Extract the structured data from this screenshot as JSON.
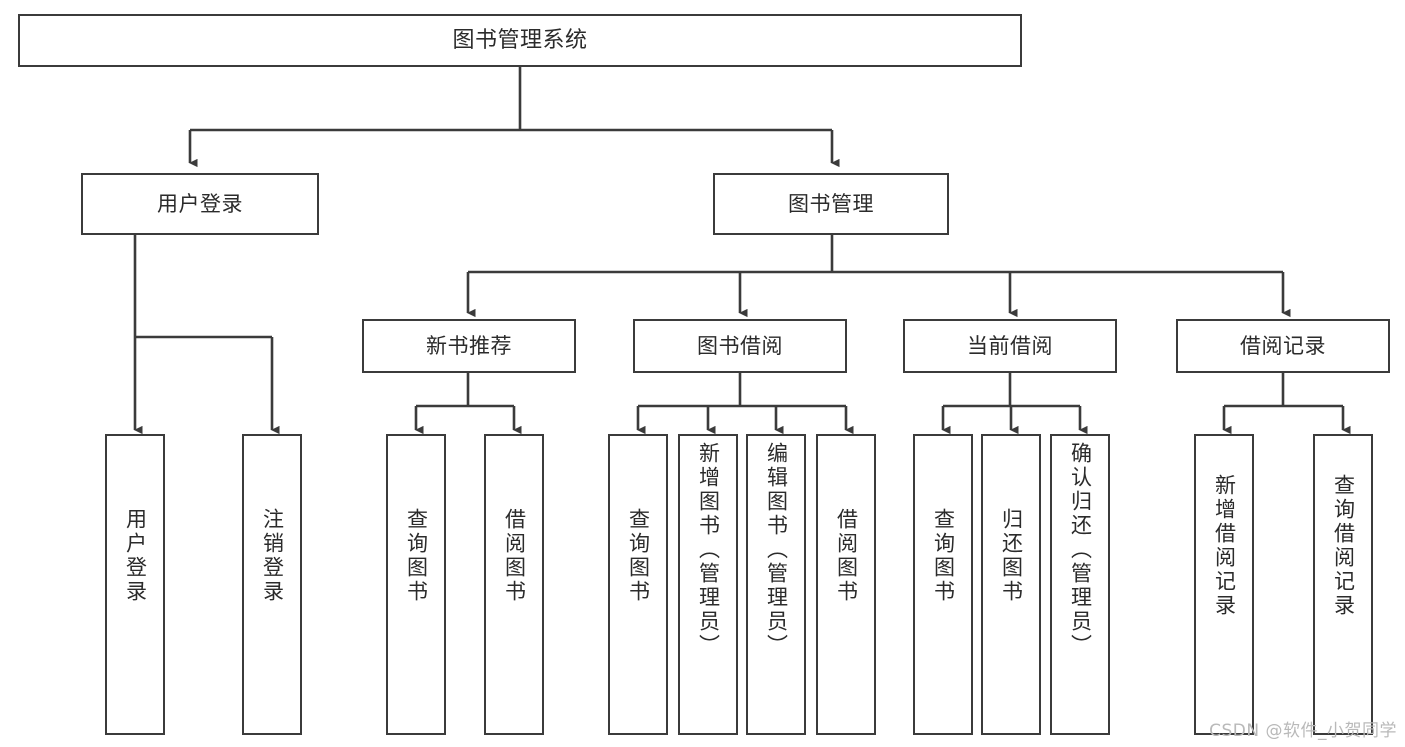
{
  "diagram": {
    "title": "图书管理系统",
    "type": "tree-hierarchy",
    "watermark": "CSDN @软件_小贺同学",
    "colors": {
      "box_border": "#3b3b3b",
      "box_fill": "#ffffff",
      "edge": "#3b3b3b",
      "text": "#2b2b2b",
      "watermark": "#b9b9b9",
      "background": "#ffffff"
    },
    "levels": {
      "root": "图书管理系统",
      "level2": [
        "用户登录",
        "图书管理"
      ],
      "level3": [
        "新书推荐",
        "图书借阅",
        "当前借阅",
        "借阅记录"
      ]
    },
    "nodes": {
      "root": {
        "label": "图书管理系统"
      },
      "user_login": {
        "label": "用户登录"
      },
      "book_manage": {
        "label": "图书管理"
      },
      "new_book_rec": {
        "label": "新书推荐"
      },
      "book_borrow": {
        "label": "图书借阅"
      },
      "current_borrow": {
        "label": "当前借阅"
      },
      "borrow_record": {
        "label": "借阅记录"
      },
      "leaf_user_login": {
        "label": "用户登录"
      },
      "leaf_logout": {
        "label": "注销登录"
      },
      "leaf_query_book_1": {
        "label": "查询图书"
      },
      "leaf_borrow_book_1": {
        "label": "借阅图书"
      },
      "leaf_query_book_2": {
        "label": "查询图书"
      },
      "leaf_add_book": {
        "label": "新增图书（管理员）"
      },
      "leaf_edit_book": {
        "label": "编辑图书（管理员）"
      },
      "leaf_borrow_book_2": {
        "label": "借阅图书"
      },
      "leaf_query_book_3": {
        "label": "查询图书"
      },
      "leaf_return_book": {
        "label": "归还图书"
      },
      "leaf_confirm_return": {
        "label": "确认归还（管理员）"
      },
      "leaf_add_record": {
        "label": "新增借阅记录"
      },
      "leaf_query_record": {
        "label": "查询借阅记录"
      }
    },
    "edges": [
      {
        "from": "root",
        "to": "user_login"
      },
      {
        "from": "root",
        "to": "book_manage"
      },
      {
        "from": "user_login",
        "to": "leaf_user_login"
      },
      {
        "from": "user_login",
        "to": "leaf_logout"
      },
      {
        "from": "book_manage",
        "to": "new_book_rec"
      },
      {
        "from": "book_manage",
        "to": "book_borrow"
      },
      {
        "from": "book_manage",
        "to": "current_borrow"
      },
      {
        "from": "book_manage",
        "to": "borrow_record"
      },
      {
        "from": "new_book_rec",
        "to": "leaf_query_book_1"
      },
      {
        "from": "new_book_rec",
        "to": "leaf_borrow_book_1"
      },
      {
        "from": "book_borrow",
        "to": "leaf_query_book_2"
      },
      {
        "from": "book_borrow",
        "to": "leaf_add_book"
      },
      {
        "from": "book_borrow",
        "to": "leaf_edit_book"
      },
      {
        "from": "book_borrow",
        "to": "leaf_borrow_book_2"
      },
      {
        "from": "current_borrow",
        "to": "leaf_query_book_3"
      },
      {
        "from": "current_borrow",
        "to": "leaf_return_book"
      },
      {
        "from": "current_borrow",
        "to": "leaf_confirm_return"
      },
      {
        "from": "borrow_record",
        "to": "leaf_add_record"
      },
      {
        "from": "borrow_record",
        "to": "leaf_query_record"
      }
    ]
  }
}
